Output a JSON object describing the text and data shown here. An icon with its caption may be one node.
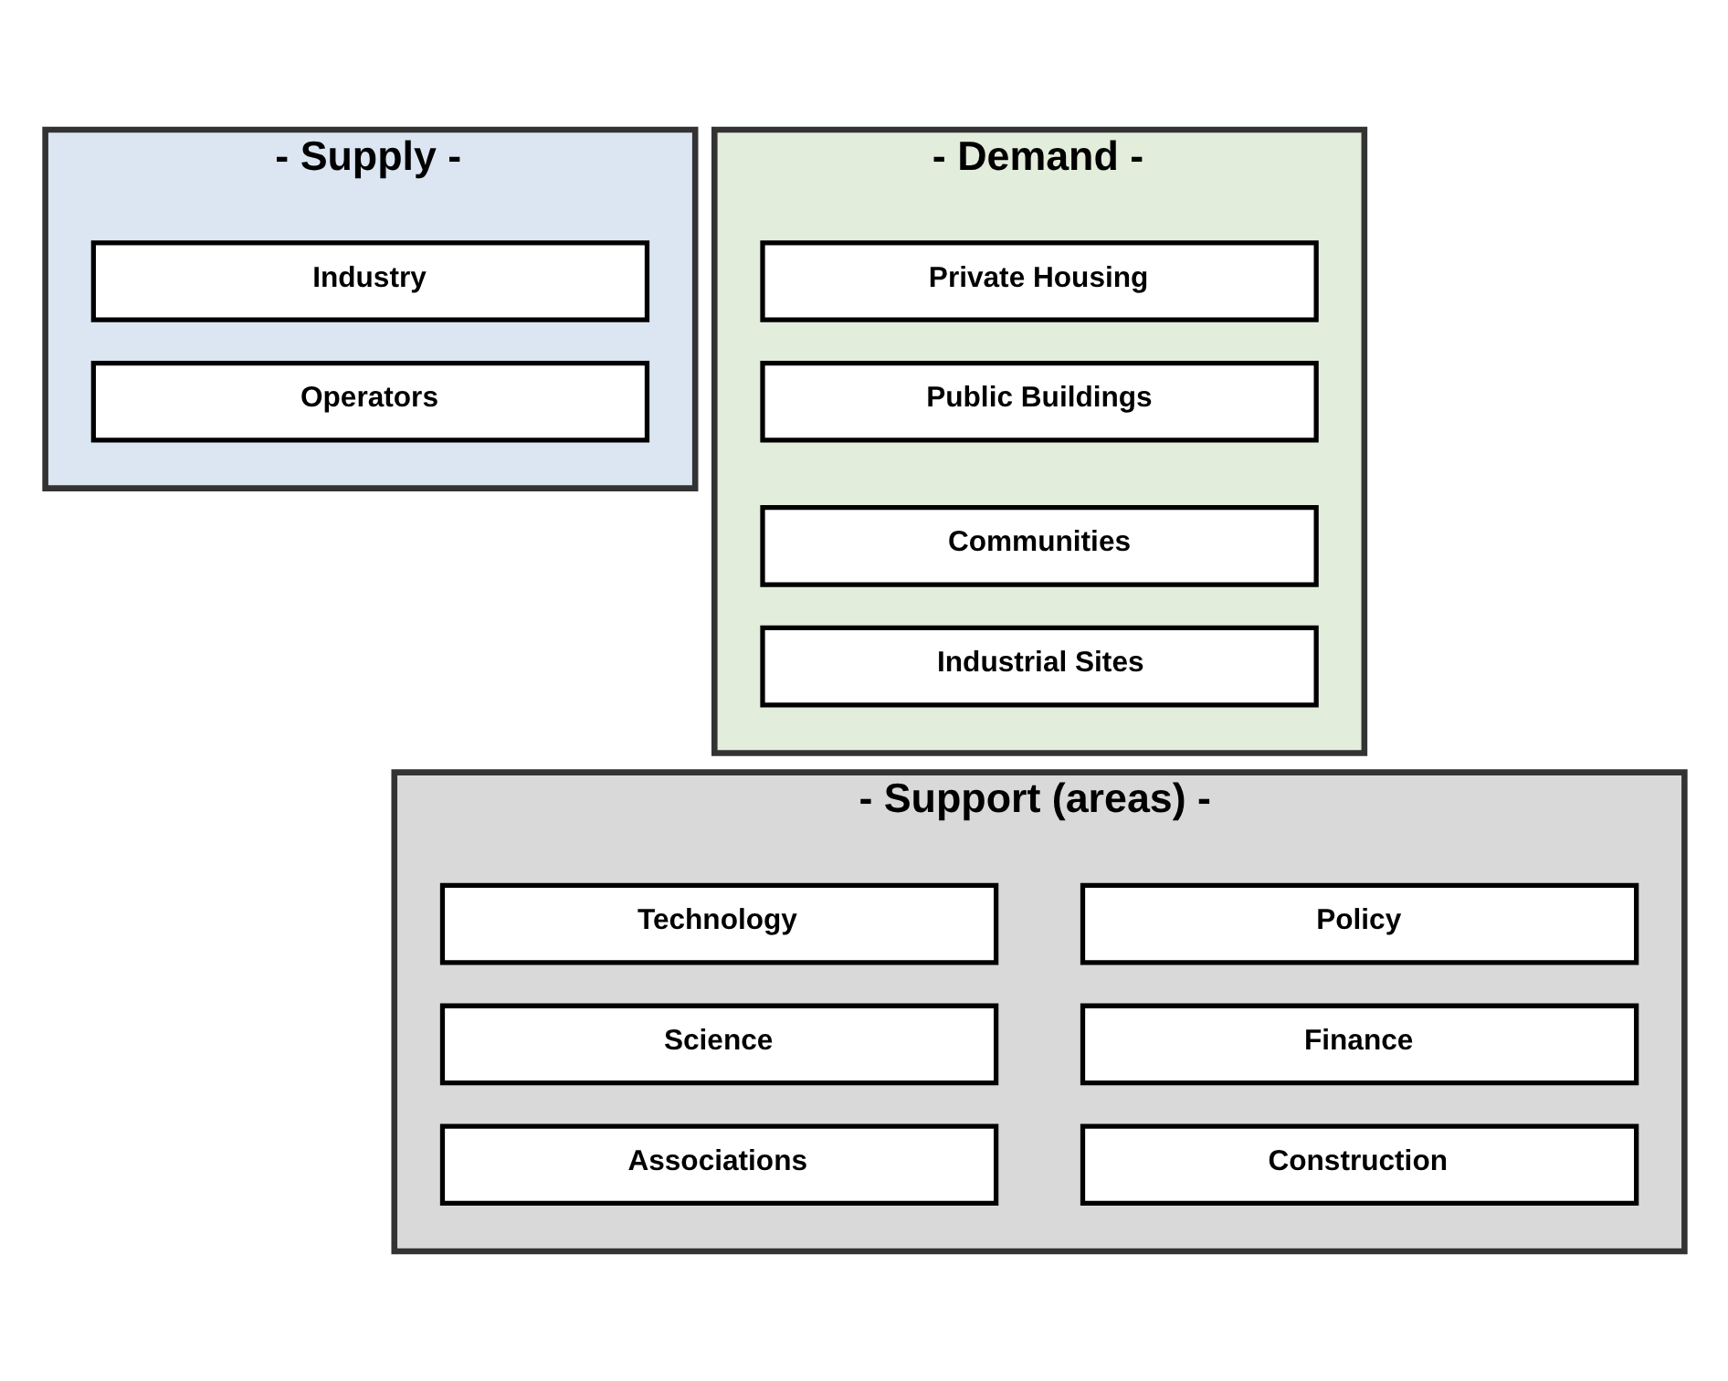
{
  "diagram": {
    "nodes": [
      {
        "text": [
          "- Supply -"
        ]
      },
      {
        "text": [
          "Industry"
        ],
        "in": 0
      },
      {
        "text": [
          "Operators"
        ],
        "in": 0
      },
      {
        "text": [
          "- Demand -"
        ]
      },
      {
        "text": [
          "Private Housing"
        ],
        "in": 3
      },
      {
        "text": [
          "Public Buildings"
        ],
        "in": 3
      },
      {
        "text": [
          "Communities"
        ],
        "in": 3
      },
      {
        "text": [
          "Industrial Sites"
        ],
        "in": 3
      },
      {
        "text": [
          "- Support (areas) -"
        ]
      },
      {
        "text": [
          "Policy"
        ],
        "in": 8
      },
      {
        "text": [
          "Technology"
        ],
        "in": 8
      },
      {
        "text": [
          "Finance"
        ],
        "in": 8
      },
      {
        "text": [
          "Science"
        ],
        "in": 8
      },
      {
        "text": [
          "Construction"
        ],
        "in": 8
      },
      {
        "text": [
          "Associations"
        ],
        "in": 8
      }
    ]
  }
}
